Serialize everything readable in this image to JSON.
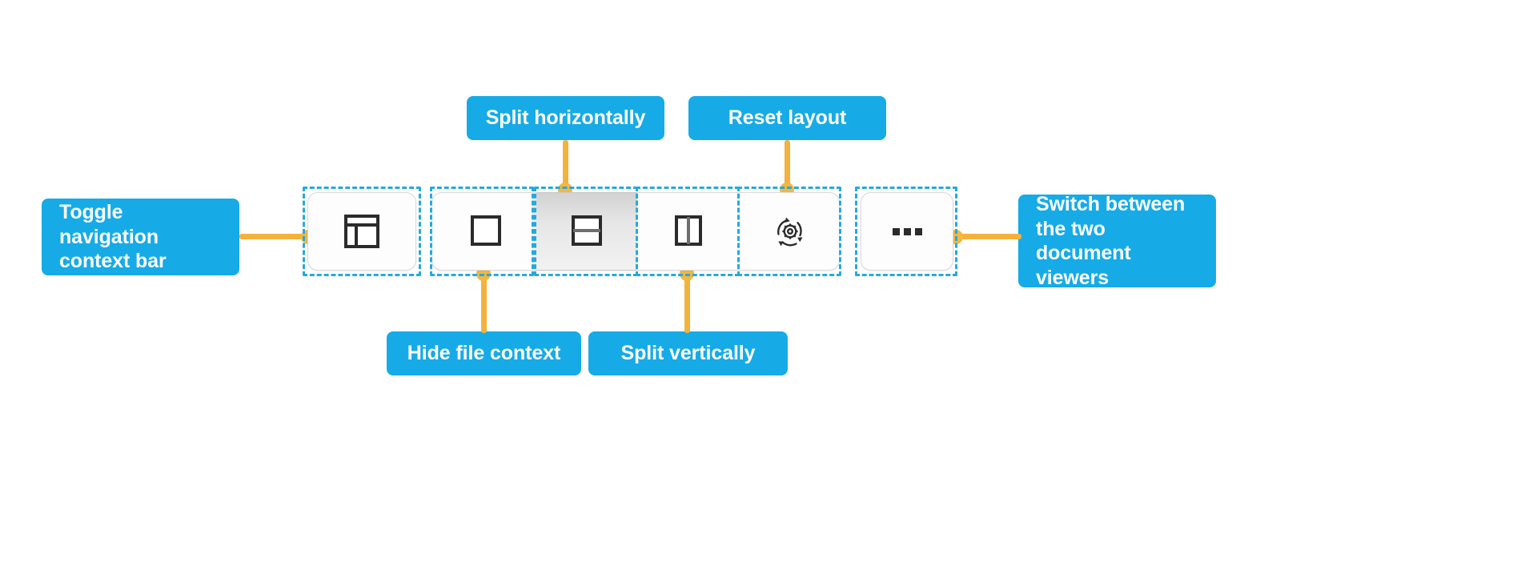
{
  "theme": {
    "callout_bg": "#16ABE7",
    "callout_text": "#FFFFFF",
    "connector": "#F3B23C",
    "dashed_outline": "#26A9E0",
    "icon_stroke": "#2B2B2B",
    "button_bg": "#FDFDFD",
    "active_button_bg": "#E6E6E6",
    "page_bg": "#FFFFFF"
  },
  "toolbar": {
    "name": "document-viewer-layout-toolbar",
    "buttons": [
      {
        "id": "toggle-navigation-context-bar",
        "icon": "layout-sidebar-header-icon",
        "active": false,
        "grouped": false
      },
      {
        "id": "hide-file-context",
        "icon": "single-pane-icon",
        "active": false,
        "grouped": true
      },
      {
        "id": "split-horizontally",
        "icon": "split-horizontal-icon",
        "active": true,
        "grouped": true
      },
      {
        "id": "split-vertically",
        "icon": "split-vertical-icon",
        "active": false,
        "grouped": true
      },
      {
        "id": "reset-layout",
        "icon": "reset-gear-icon",
        "active": false,
        "grouped": true
      },
      {
        "id": "switch-document-viewers",
        "icon": "ellipsis-icon",
        "active": false,
        "grouped": false
      }
    ]
  },
  "callouts": {
    "toggle_nav": {
      "label": "Toggle navigation\ncontext bar",
      "target": "toggle-navigation-context-bar",
      "side": "left"
    },
    "split_horizontally": {
      "label": "Split horizontally",
      "target": "split-horizontally",
      "side": "top"
    },
    "reset_layout": {
      "label": "Reset layout",
      "target": "reset-layout",
      "side": "top"
    },
    "hide_file_context": {
      "label": "Hide file context",
      "target": "hide-file-context",
      "side": "bottom"
    },
    "split_vertically": {
      "label": "Split vertically",
      "target": "split-vertically",
      "side": "bottom"
    },
    "switch_viewers": {
      "label": "Switch between\nthe two document\nviewers",
      "target": "switch-document-viewers",
      "side": "right"
    }
  }
}
